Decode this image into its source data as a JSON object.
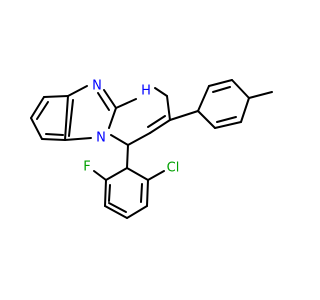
{
  "molecule": {
    "atoms": {
      "n_imine": {
        "label": "N",
        "color": "#0000ff"
      },
      "n_h": {
        "label": "H",
        "color": "#0000ff"
      },
      "n_ring": {
        "label": "N",
        "color": "#0000ff"
      },
      "chlorine": {
        "label": "Cl",
        "color": "#00a000"
      },
      "fluorine": {
        "label": "F",
        "color": "#00a000"
      }
    }
  }
}
